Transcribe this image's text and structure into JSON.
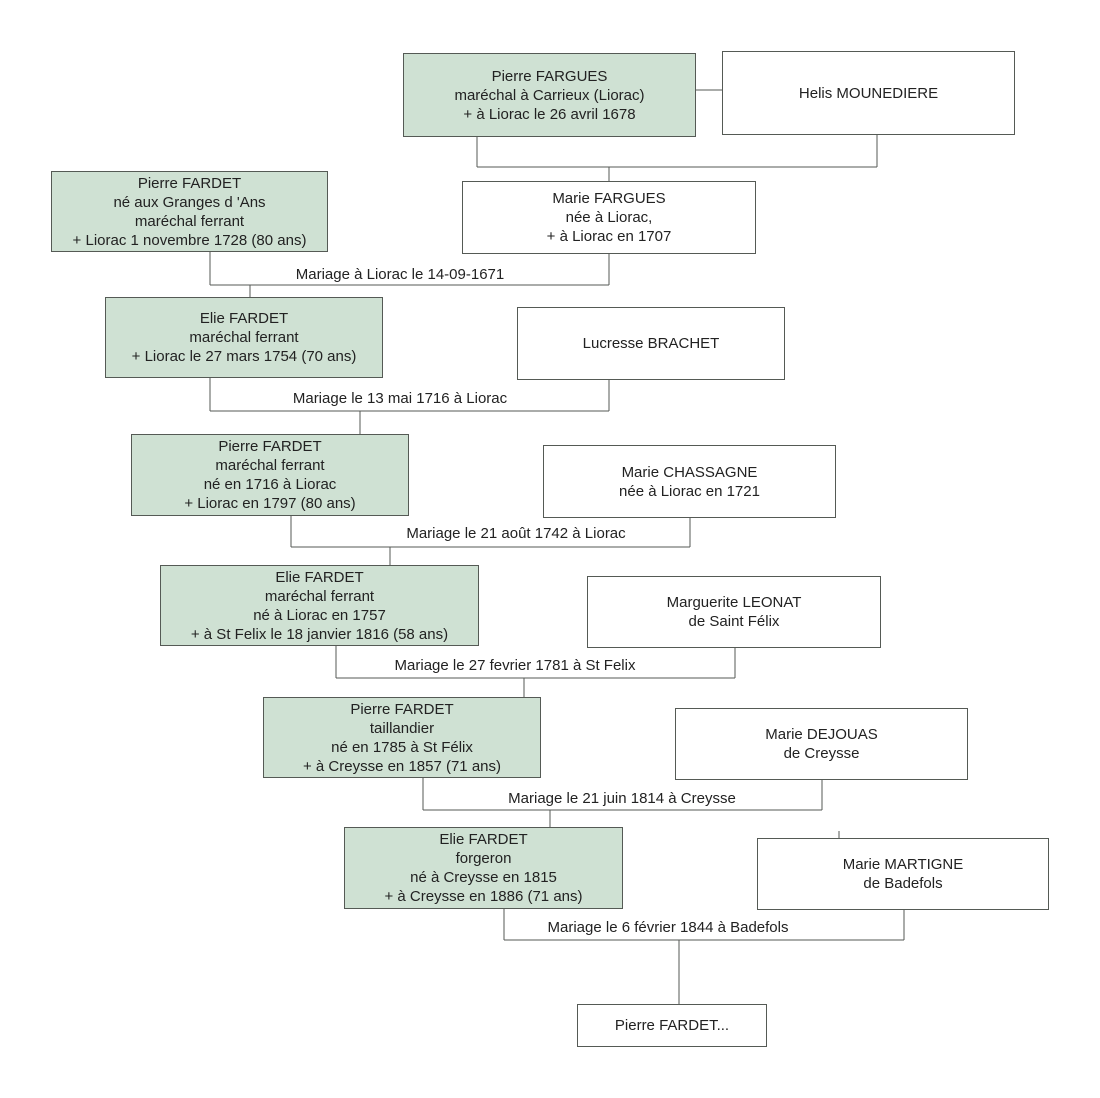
{
  "persons": {
    "pierre_fargues": [
      "Pierre FARGUES",
      "maréchal à Carrieux (Liorac)",
      "+ à Liorac le 26 avril 1678"
    ],
    "helis_mounediere": [
      "Helis MOUNEDIERE"
    ],
    "pierre_fardet_1": [
      "Pierre FARDET",
      "né aux Granges d 'Ans",
      "maréchal ferrant",
      "+ Liorac 1 novembre 1728 (80 ans)"
    ],
    "marie_fargues": [
      "Marie FARGUES",
      "née à Liorac,",
      "+ à Liorac en 1707"
    ],
    "elie_fardet_1": [
      "Elie  FARDET",
      "maréchal ferrant",
      "+ Liorac le 27 mars 1754 (70 ans)"
    ],
    "lucresse_brachet": [
      "Lucresse BRACHET"
    ],
    "pierre_fardet_2": [
      "Pierre  FARDET",
      "maréchal ferrant",
      "né en 1716 à Liorac",
      "+ Liorac  en 1797 (80 ans)"
    ],
    "marie_chassagne": [
      "Marie CHASSAGNE",
      "née à Liorac en 1721"
    ],
    "elie_fardet_2": [
      "Elie FARDET",
      "maréchal ferrant",
      "né à Liorac en 1757",
      "+ à St Felix le 18 janvier 1816 (58 ans)"
    ],
    "marguerite_leonat": [
      "Marguerite LEONAT",
      "de Saint Félix"
    ],
    "pierre_fardet_3": [
      "Pierre FARDET",
      "taillandier",
      "né en 1785 à St Félix",
      "+ à Creysse en 1857 (71 ans)"
    ],
    "marie_dejouas": [
      "Marie DEJOUAS",
      "de Creysse"
    ],
    "elie_fardet_3": [
      "Elie FARDET",
      "forgeron",
      "né à Creysse en 1815",
      "+ à Creysse en 1886 (71 ans)"
    ],
    "marie_martigne": [
      "Marie MARTIGNE",
      "de Badefols"
    ],
    "pierre_fardet_4": [
      "Pierre FARDET..."
    ]
  },
  "marriages": {
    "m1": "Mariage à  Liorac  le 14-09-1671",
    "m2": "Mariage le 13 mai 1716 à Liorac",
    "m3": "Mariage le 21 août 1742 à Liorac",
    "m4": "Mariage le 27 fevrier 1781 à St Felix",
    "m5": "Mariage le 21 juin 1814 à Creysse",
    "m6": "Mariage le 6 février 1844 à Badefols"
  },
  "colors": {
    "fardet_box": "#cfe1d3",
    "spouse_box": "#ffffff",
    "line": "#555a55"
  }
}
